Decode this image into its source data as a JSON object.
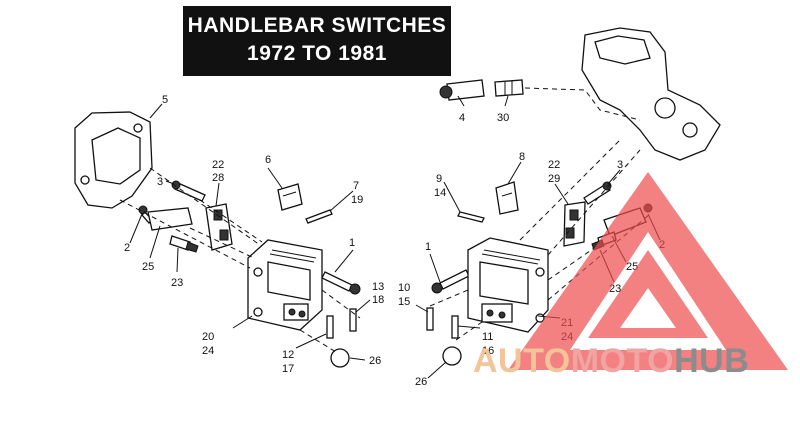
{
  "title": {
    "line1": "HANDLEBAR SWITCHES",
    "line2": "1972 TO 1981"
  },
  "callouts": {
    "c5": "5",
    "c3_left": "3",
    "c2_left": "2",
    "c25_left": "25",
    "c23_left": "23",
    "c22_left": "22",
    "c28": "28",
    "c6": "6",
    "c7": "7",
    "c19": "19",
    "c1_left": "1",
    "c13": "13",
    "c18": "18",
    "c20": "20",
    "c24_left": "24",
    "c12": "12",
    "c17": "17",
    "c26_left": "26",
    "c4": "4",
    "c30": "30",
    "c8": "8",
    "c9": "9",
    "c14": "14",
    "c22_right": "22",
    "c29": "29",
    "c3_right": "3",
    "c2_right": "2",
    "c1_right": "1",
    "c25_right": "25",
    "c23_right": "23",
    "c10": "10",
    "c15": "15",
    "c11": "11",
    "c16": "16",
    "c21": "21",
    "c24_right": "24",
    "c26_right": "26"
  },
  "watermark": {
    "part1": "AUTO",
    "part2": "MOTO",
    "part3": "HUB",
    "colors": {
      "auto": "#f2c49a",
      "moto": "#f0a4a4",
      "hub": "#8c8c8c",
      "triangle": "#ee4b4b"
    }
  }
}
